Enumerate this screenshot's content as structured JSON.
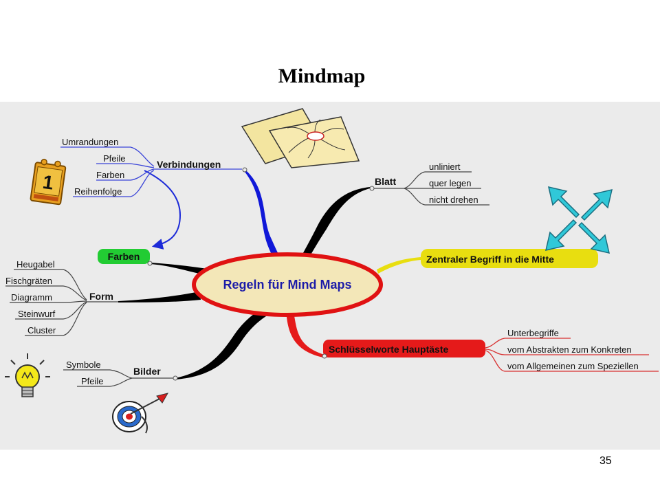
{
  "title": "Mindmap",
  "page_number": "35",
  "colors": {
    "panel_background": "#ebebeb",
    "center_fill": "#f3e7b8",
    "center_border": "#e01212",
    "center_text": "#1c1ca8",
    "farben_box": "#22cc33",
    "zentral_box": "#e8de10",
    "schluessel_box": "#e51a1a",
    "leaf_line_blue": "#3a44d8",
    "leaf_line_red": "#d83030"
  },
  "center": {
    "label": "Regeln für Mind Maps"
  },
  "branches": {
    "verbindungen": {
      "label": "Verbindungen",
      "children": [
        "Umrandungen",
        "Pfeile",
        "Farben",
        "Reihenfolge"
      ]
    },
    "farben": {
      "label": "Farben"
    },
    "form": {
      "label": "Form",
      "children": [
        "Heugabel",
        "Fischgräten",
        "Diagramm",
        "Steinwurf",
        "Cluster"
      ]
    },
    "bilder": {
      "label": "Bilder",
      "children": [
        "Symbole",
        "Pfeile"
      ]
    },
    "blatt": {
      "label": "Blatt",
      "children": [
        "unliniert",
        "quer legen",
        "nicht drehen"
      ]
    },
    "zentral": {
      "label": "Zentraler Begriff in die Mitte"
    },
    "schluessel": {
      "label": "Schlüsselworte Hauptäste",
      "children": [
        "Unterbegriffe",
        "vom Abstrakten zum Konkreten",
        "vom Allgemeinen zum Speziellen"
      ]
    }
  },
  "clipart": [
    "calendar-icon",
    "mindmap-papers-icon",
    "arrows-cross-icon",
    "lightbulb-icon",
    "target-icon"
  ],
  "calendar": {
    "number": "1"
  }
}
